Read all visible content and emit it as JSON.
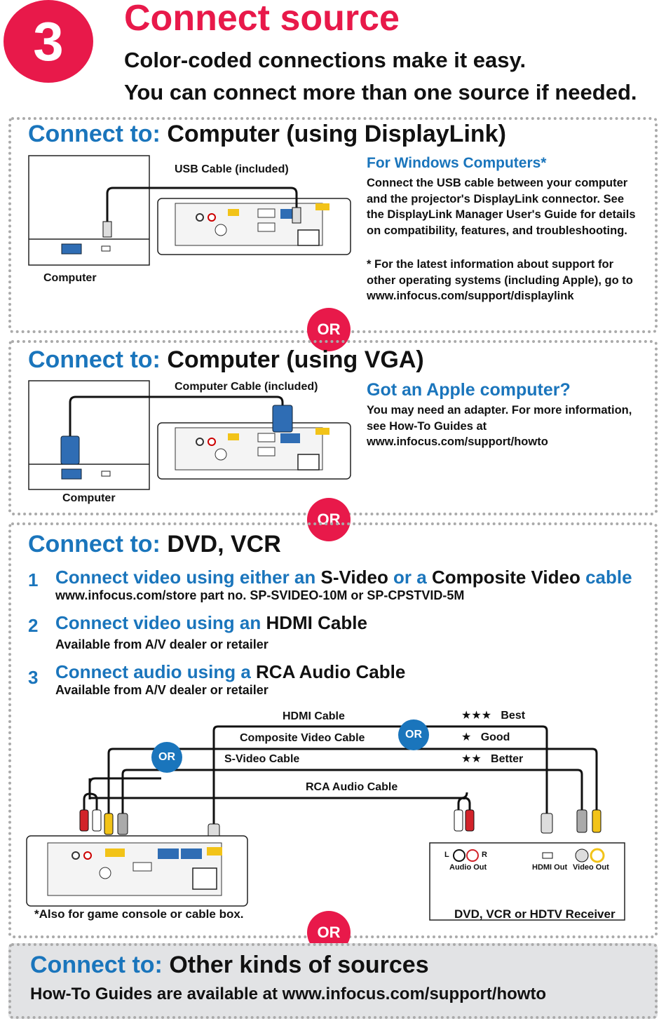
{
  "header": {
    "step_number": "3",
    "title": "Connect source",
    "line1": "Color-coded connections make it easy.",
    "line2": "You can connect more than one source if needed."
  },
  "displaylink": {
    "heading_prefix": "Connect to:",
    "heading_main": "Computer (using DisplayLink)",
    "cable_label": "USB Cable (included)",
    "computer_label": "Computer",
    "side_title": "For Windows Computers*",
    "side_body": [
      "Connect the USB cable between your computer",
      "and the projector's DisplayLink connector. See",
      "the DisplayLink Manager User's Guide for details",
      "on compatibility, features, and troubleshooting."
    ],
    "note": [
      "* For the latest information about support for",
      "other operating systems (including Apple), go to",
      "www.infocus.com/support/displaylink"
    ]
  },
  "or_label": "OR",
  "vga": {
    "heading_prefix": "Connect to:",
    "heading_main": "Computer (using VGA)",
    "cable_label": "Computer Cable (included)",
    "computer_label": "Computer",
    "side_title": "Got an Apple computer?",
    "side_body": [
      "You may need an adapter. For more information,",
      "see How-To Guides at",
      "www.infocus.com/support/howto"
    ]
  },
  "dvd": {
    "heading_prefix": "Connect to:",
    "heading_main": "DVD, VCR",
    "steps": [
      {
        "num": "1",
        "parts": [
          [
            "Connect video using either an",
            "blue"
          ],
          [
            " S-Video",
            "dark"
          ],
          [
            " or a",
            "blue"
          ],
          [
            " Composite Video",
            "dark"
          ],
          [
            " cable",
            "blue"
          ]
        ],
        "sub": "www.infocus.com/store part no. SP-SVIDEO-10M or SP-CPSTVID-5M"
      },
      {
        "num": "2",
        "parts": [
          [
            "Connect video using an",
            "blue"
          ],
          [
            " HDMI Cable",
            "dark"
          ]
        ],
        "sub": "Available from A/V dealer or retailer"
      },
      {
        "num": "3",
        "parts": [
          [
            "Connect audio using a",
            "blue"
          ],
          [
            " RCA Audio Cable",
            "dark"
          ]
        ],
        "sub": "Available from A/V dealer or retailer"
      }
    ],
    "cables": {
      "hdmi": "HDMI Cable",
      "composite": "Composite Video Cable",
      "svideo": "S-Video Cable",
      "rca": "RCA Audio Cable"
    },
    "quality": [
      {
        "stars": "★★★",
        "label": "Best"
      },
      {
        "stars": "★",
        "label": "Good"
      },
      {
        "stars": "★★",
        "label": "Better"
      }
    ],
    "receiver_ports": {
      "audio": "Audio Out",
      "hdmi": "HDMI Out",
      "video": "Video Out",
      "left": "L",
      "right": "R"
    },
    "footnote": "*Also for game console or cable box.",
    "receiver_label": "DVD, VCR or HDTV Receiver"
  },
  "other": {
    "heading_prefix": "Connect to:",
    "heading_main": "Other kinds of sources",
    "sub": "How-To Guides are available at www.infocus.com/support/howto"
  },
  "colors": {
    "accent_red": "#e8194a",
    "accent_blue": "#1a75bc",
    "yellow": "#f2c318",
    "panel_gray": "#e2e3e5"
  }
}
